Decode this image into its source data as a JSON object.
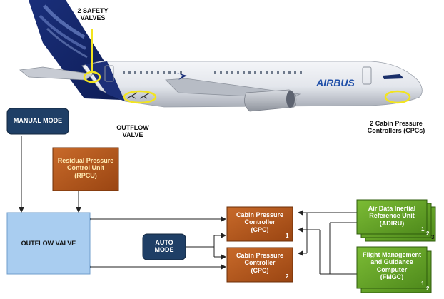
{
  "aircraft": {
    "brand": "AIRBUS",
    "callouts": {
      "safety_valves": [
        "2 SAFETY",
        "VALVES"
      ],
      "outflow_valve": [
        "OUTFLOW",
        "VALVE"
      ],
      "cpcs": [
        "2 Cabin Pressure",
        "Controllers (CPCs)"
      ]
    }
  },
  "blocks": {
    "manual_mode": "MANUAL MODE",
    "rpcu": [
      "Residual Pressure",
      "Control Unit",
      "(RPCU)"
    ],
    "outflow_valve": "OUTFLOW VALVE",
    "auto_mode": [
      "AUTO",
      "MODE"
    ],
    "cpc1": {
      "lines": [
        "Cabin Pressure",
        "Controller",
        "(CPC)"
      ],
      "index": "1"
    },
    "cpc2": {
      "lines": [
        "Cabin Pressure",
        "Controller",
        "(CPC)"
      ],
      "index": "2"
    },
    "adiru": {
      "lines": [
        "Air Data Inertial",
        "Reference Unit",
        "(ADIRU)"
      ],
      "indices": [
        "1",
        "2",
        "3"
      ]
    },
    "fmgc": {
      "lines": [
        "Flight Management",
        "and Guidance",
        "Computer",
        "(FMGC)"
      ],
      "indices": [
        "1",
        "2"
      ]
    }
  },
  "colors": {
    "navy": "#1f3f66",
    "light_blue": "#a9cdf0",
    "copper": "#b8591b",
    "green": "#6aa82c",
    "callout_yellow": "#f2e41f"
  }
}
